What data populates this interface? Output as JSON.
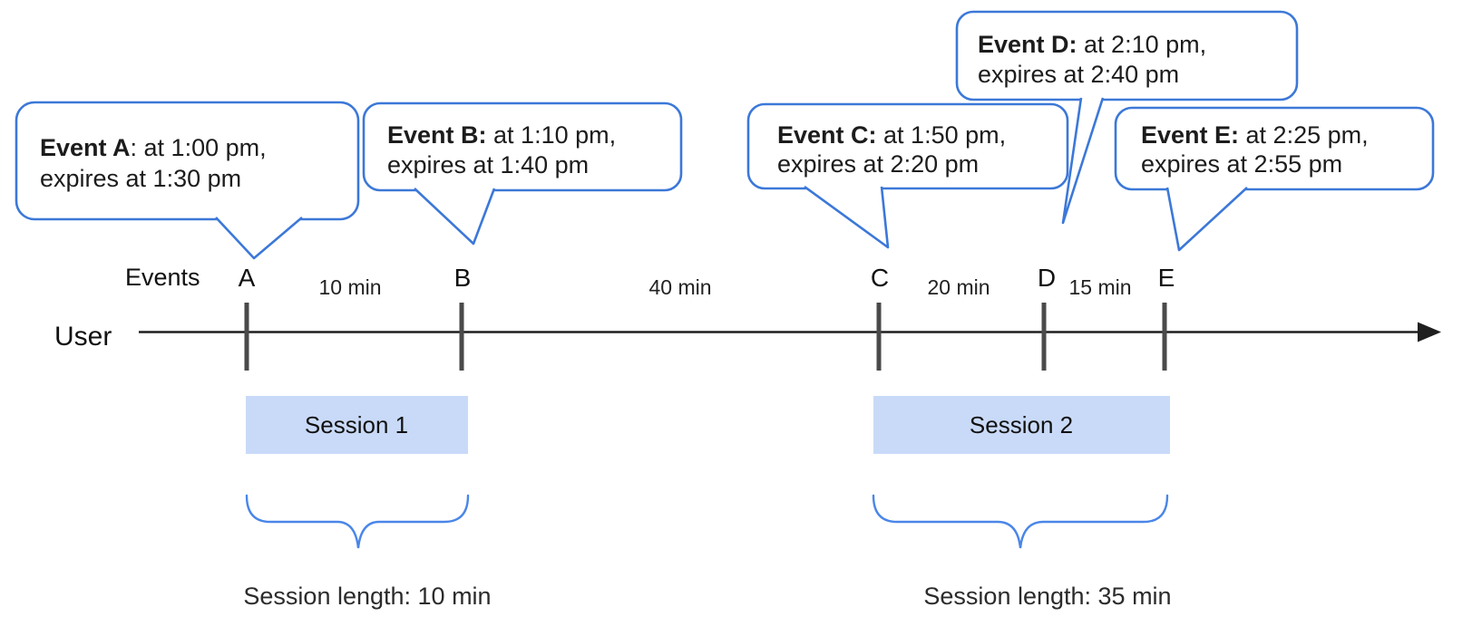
{
  "axis": {
    "events_label": "Events",
    "user_label": "User"
  },
  "bubbles": [
    {
      "event": "A",
      "title": "Event A",
      "detail": ": at 1:00 pm,",
      "line2": "expires at 1:30 pm"
    },
    {
      "event": "B",
      "title": "Event B:",
      "detail": " at 1:10 pm,",
      "line2": "expires at 1:40 pm"
    },
    {
      "event": "C",
      "title": "Event C:",
      "detail": " at 1:50 pm,",
      "line2": "expires at 2:20 pm"
    },
    {
      "event": "D",
      "title": "Event D:",
      "detail": " at 2:10 pm,",
      "line2": "expires at 2:40 pm"
    },
    {
      "event": "E",
      "title": "Event E:",
      "detail": " at 2:25 pm,",
      "line2": "expires at 2:55 pm"
    }
  ],
  "timeline": {
    "event_labels": [
      "A",
      "B",
      "C",
      "D",
      "E"
    ],
    "intervals": [
      "10 min",
      "40 min",
      "20 min",
      "15 min"
    ]
  },
  "sessions": [
    {
      "label": "Session 1",
      "length": "Session length: 10 min"
    },
    {
      "label": "Session 2",
      "length": "Session length: 35 min"
    }
  ],
  "colors": {
    "accent_blue": "#3c78d8",
    "brace_blue": "#4a86e8",
    "session_fill": "#c9daf8",
    "tick_gray": "#4a4a4a"
  }
}
